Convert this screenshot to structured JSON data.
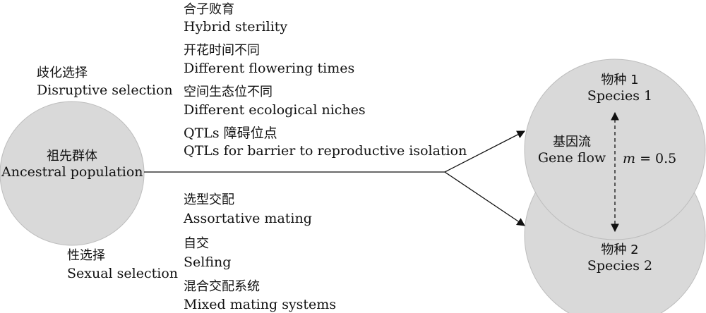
{
  "colors": {
    "circle_fill": "#d9d9d9",
    "circle_stroke": "#bdbdbd",
    "line": "#111111",
    "text": "#111111"
  },
  "ancestral": {
    "zh": "祖先群体",
    "en": "Ancestral population"
  },
  "species1": {
    "zh": "物种 1",
    "en": "Species 1"
  },
  "species2": {
    "zh": "物种 2",
    "en": "Species 2"
  },
  "gene_flow": {
    "zh": "基因流",
    "en": "Gene flow",
    "m_symbol": "m",
    "m_rest": "= 0.5"
  },
  "disruptive_selection": {
    "zh": "歧化选择",
    "en": "Disruptive selection"
  },
  "sexual_selection": {
    "zh": "性选择",
    "en": "Sexual selection"
  },
  "upper_barriers": [
    {
      "zh": "合子败育",
      "en": "Hybrid sterility"
    },
    {
      "zh": "开花时间不同",
      "en": "Different flowering times"
    },
    {
      "zh": "空间生态位不同",
      "en": "Different ecological niches"
    },
    {
      "zh": "QTLs 障碍位点",
      "en": "QTLs for barrier to reproductive isolation"
    }
  ],
  "lower_barriers": [
    {
      "zh": "选型交配",
      "en": "Assortative mating"
    },
    {
      "zh": "自交",
      "en": "Selfing"
    },
    {
      "zh": "混合交配系统",
      "en": "Mixed mating systems"
    }
  ]
}
